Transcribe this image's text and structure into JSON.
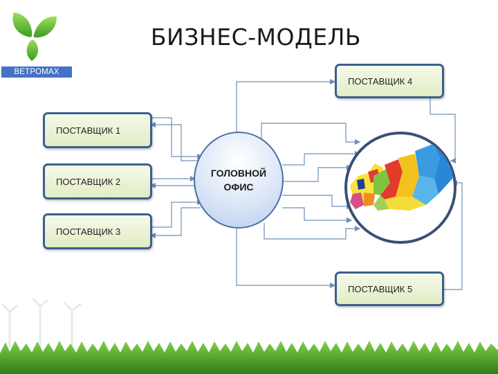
{
  "slide": {
    "title": "БИЗНЕС-МОДЕЛЬ",
    "brand": "ВЕТРОМАХ"
  },
  "diagram": {
    "hub_line1": "ГОЛОВНОЙ",
    "hub_line2": "ОФИС",
    "suppliers": {
      "s1": "ПОСТАВЩИК 1",
      "s2": "ПОСТАВЩИК 2",
      "s3": "ПОСТАВЩИК 3",
      "s4": "ПОСТАВЩИК 4",
      "s5": "ПОСТАВЩИК 5"
    }
  },
  "colors": {
    "connector": "#6d8fb8",
    "node_border": "#3b5f8f",
    "node_fill": "#e9f0d2",
    "badge": "#4472c4",
    "leaf_green": "#6cbf3a",
    "grass_green": "#3f9a1c"
  },
  "icons": {
    "logo": "three-leaf-logo-icon",
    "map": "russia-regions-map-icon",
    "windmills": "wind-turbine-icon"
  }
}
